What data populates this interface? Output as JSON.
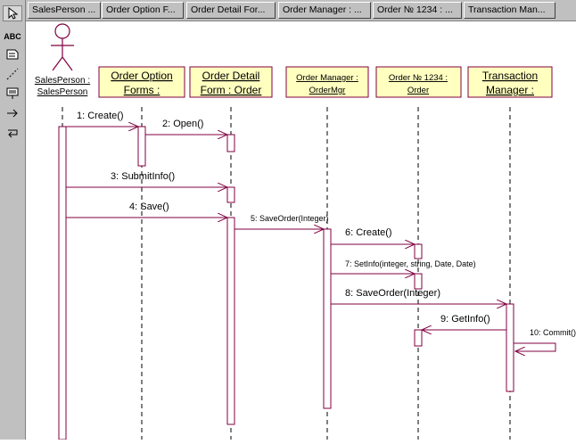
{
  "header_tabs": [
    "SalesPerson ...",
    "Order Option F...",
    "Order Detail For...",
    "Order Manager : ...",
    "Order № 1234 : ...",
    "Transaction Man..."
  ],
  "toolbar": {
    "text_tool_label": "ABC",
    "icons": [
      "pointer-icon",
      "text-tool-icon",
      "note-icon",
      "anchor-line-icon",
      "object-box-icon",
      "message-arrow-icon",
      "return-message-icon"
    ]
  },
  "actor": {
    "line1": "SalesPerson :",
    "line2": "SalesPerson"
  },
  "objects": [
    {
      "id": "order-option-forms",
      "line1": "Order Option",
      "line2": "Forms :"
    },
    {
      "id": "order-detail-form",
      "line1": "Order Detail",
      "line2": "Form : Order"
    },
    {
      "id": "order-manager",
      "line1": "Order Manager :",
      "line2": "OrderMgr"
    },
    {
      "id": "order-1234",
      "line1": "Order № 1234 :",
      "line2": "Order"
    },
    {
      "id": "transaction-manager",
      "line1": "Transaction",
      "line2": "Manager :"
    }
  ],
  "messages": [
    "1: Create()",
    "2: Open()",
    "3: SubmitInfo()",
    "4: Save()",
    "5: SaveOrder(Integer)",
    "6: Create()",
    "7: SetInfo(integer, string, Date, Date)",
    "8: SaveOrder(Integer)",
    "9: GetInfo()",
    "10: Commit()"
  ],
  "colors": {
    "diagram_line": "#800040",
    "object_fill": "#ffffc0",
    "toolbar_bg": "#c0c0c0"
  }
}
